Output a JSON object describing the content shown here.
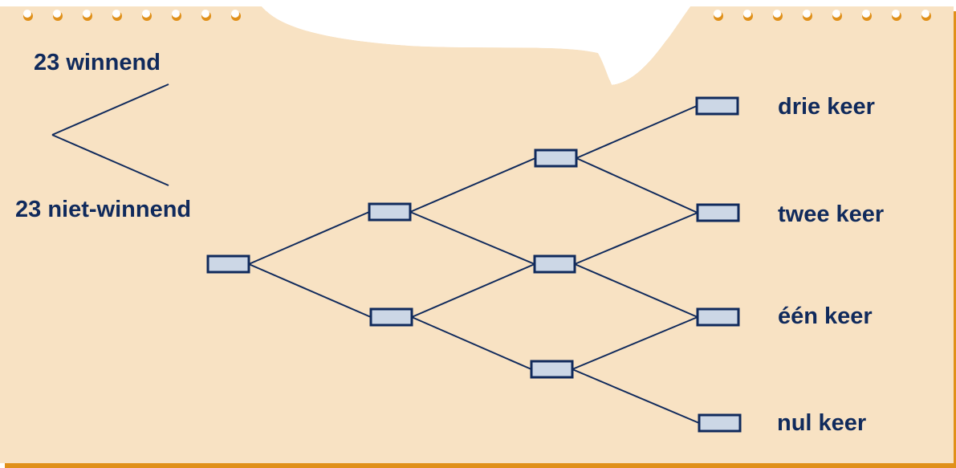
{
  "legend": {
    "top_label": "23 winnend",
    "bottom_label": "23 niet-winnend"
  },
  "outcomes": {
    "three": "drie keer",
    "two": "twee keer",
    "one": "één keer",
    "zero": "nul keer"
  },
  "colors": {
    "paper": "#f8e2c3",
    "paper_edge": "#e0901a",
    "ink": "#102a5c",
    "box_fill": "#ccd7e6",
    "hole": "#ffffff"
  }
}
